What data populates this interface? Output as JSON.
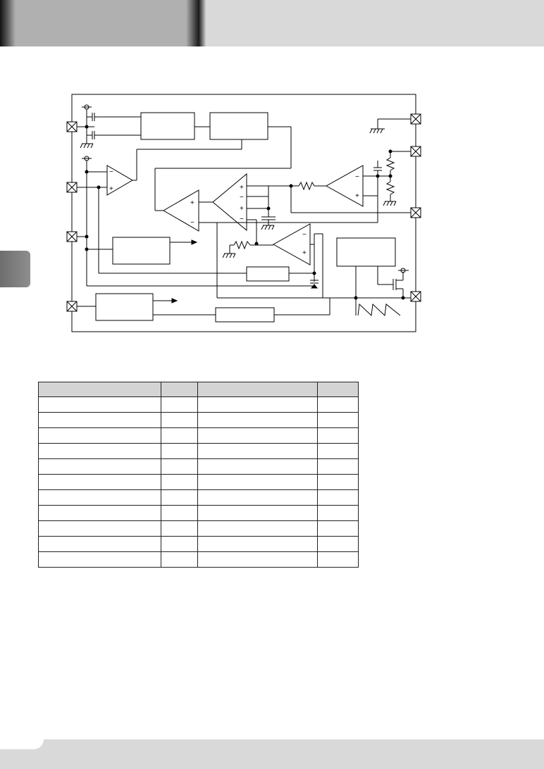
{
  "header": {
    "title": ""
  },
  "diagram": {
    "blocks": [
      {
        "id": "block-a",
        "label": ""
      },
      {
        "id": "block-b",
        "label": ""
      },
      {
        "id": "block-c",
        "label": ""
      },
      {
        "id": "block-d",
        "label": ""
      },
      {
        "id": "block-e",
        "label": ""
      },
      {
        "id": "block-f",
        "label": ""
      },
      {
        "id": "block-g",
        "label": ""
      }
    ],
    "opamp_signs": {
      "plus": "+",
      "minus": "−"
    }
  },
  "table": {
    "headers": [
      "",
      "",
      "",
      ""
    ],
    "rows": [
      [
        "",
        "",
        "",
        ""
      ],
      [
        "",
        "",
        "",
        ""
      ],
      [
        "",
        "",
        "",
        ""
      ],
      [
        "",
        "",
        "",
        ""
      ],
      [
        "",
        "",
        "",
        ""
      ],
      [
        "",
        "",
        "",
        ""
      ],
      [
        "",
        "",
        "",
        ""
      ],
      [
        "",
        "",
        "",
        ""
      ],
      [
        "",
        "",
        "",
        ""
      ],
      [
        "",
        "",
        "",
        ""
      ],
      [
        "",
        "",
        "",
        ""
      ]
    ]
  },
  "colors": {
    "header_band": "#d9d9d9",
    "tab_dark": "#1a1a1a",
    "tab_mid": "#b0b0b0",
    "line": "#000000"
  }
}
